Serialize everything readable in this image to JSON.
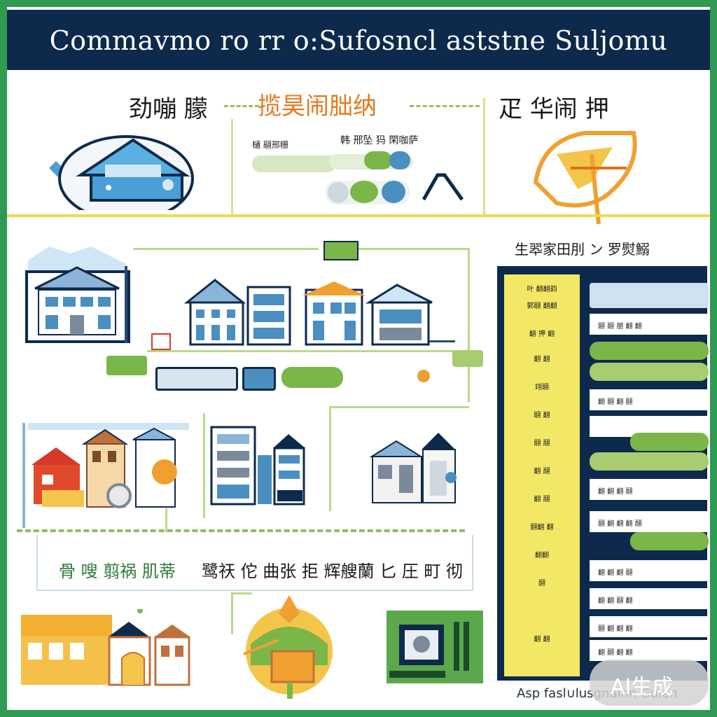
{
  "header": {
    "title": "Commavmo ro rr o:Sufosncl aststne Suljomu"
  },
  "sections": {
    "top_left_label": "劲嘣 朦",
    "top_center_label": "揽昊闹朏纳",
    "top_center_sub_left": "樋 翮邢粣",
    "top_center_sub_right": "韩 邢坠 犸 閑咖萨",
    "top_right_label": "疋 华闹 押",
    "right_panel_title": "生翆家田刖 ン 罗熨鰯",
    "bottom_left_label": "骨 嗖 翦祸  肌蒂",
    "bottom_center_label": "鹭祆 佗 曲张 拒 辉艘蘭 匕 圧 町 彻"
  },
  "panel": {
    "yellow_items": [
      "叶 翻翻韵",
      "郭翮 翻翻",
      "翻 押 翻",
      "翻 翻",
      "翊翮",
      "翮 翻",
      "翮 翮",
      "翻 翮",
      "翻 翮",
      "翮翻 翻",
      "翻翻",
      "翮",
      "翻 翻"
    ],
    "rows": [
      "翮 翮 朋 翻 翻",
      "翻 翮 翻 翮",
      "翻 翻 翻 翮",
      "翮 翻 翻 翻 翮",
      "翻 翻 翻 翮",
      "翻 翻 翮 翻",
      "翮 翻 翻 翻",
      "翻 翮 翻 翻"
    ]
  },
  "footer": {
    "caption": "Asp fasl∪lusgnalnn Gulen"
  },
  "watermark": {
    "text": "AI生成"
  },
  "colors": {
    "navy": "#0d2a4c",
    "green": "#7ab648",
    "yellow": "#f3e866",
    "orange": "#f0a030",
    "blue": "#4a9fd8"
  }
}
